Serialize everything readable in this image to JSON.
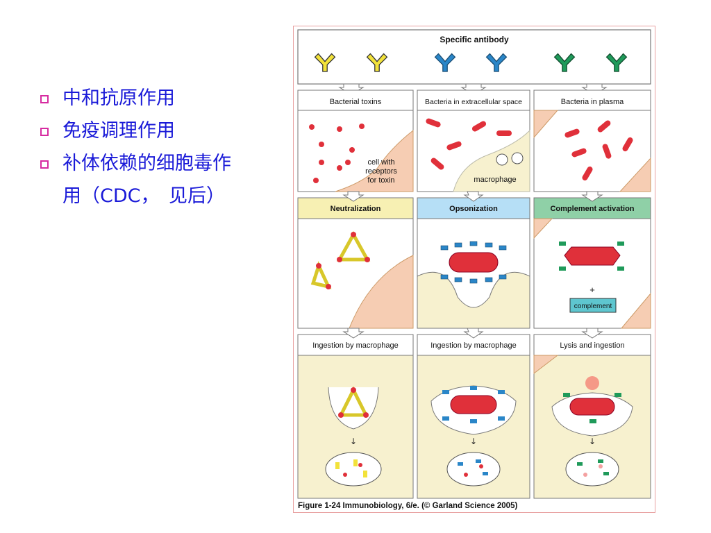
{
  "bullets": [
    {
      "text": "中和抗原作用"
    },
    {
      "text": "免疫调理作用"
    },
    {
      "text": "补体依赖的细胞毒作",
      "continuation": "用（CDC，　见后）"
    }
  ],
  "figure": {
    "title": "Specific antibody",
    "columns": [
      {
        "header": "Bacterial toxins",
        "phase2": "Neutralization",
        "phase3": "Ingestion by macrophage"
      },
      {
        "header": "Bacteria in extracellular space",
        "phase2": "Opsonization",
        "phase3": "Ingestion by macrophage"
      },
      {
        "header": "Bacteria in plasma",
        "phase2": "Complement activation",
        "phase3": "Lysis and ingestion"
      }
    ],
    "labels": {
      "cell": "cell with",
      "receptors": "receptors",
      "toxin": "for toxin",
      "macrophage": "macrophage",
      "plus": "+",
      "complement": "complement"
    },
    "caption": "Figure 1-24  Immunobiology, 6/e. (© Garland Science 2005)",
    "colors": {
      "antibody_yellow": "#f2e23a",
      "antibody_blue": "#2a86c8",
      "antibody_green": "#1f9a5a",
      "bacteria_red": "#e0303a",
      "cell_peach": "#f6cdb3",
      "macrophage_cream": "#f7f1cf",
      "neutralization_header": "#f7f0b3",
      "opsonization_header": "#b6dff6",
      "complement_header": "#8fd0a7",
      "complement_box": "#5ec6cf"
    }
  }
}
